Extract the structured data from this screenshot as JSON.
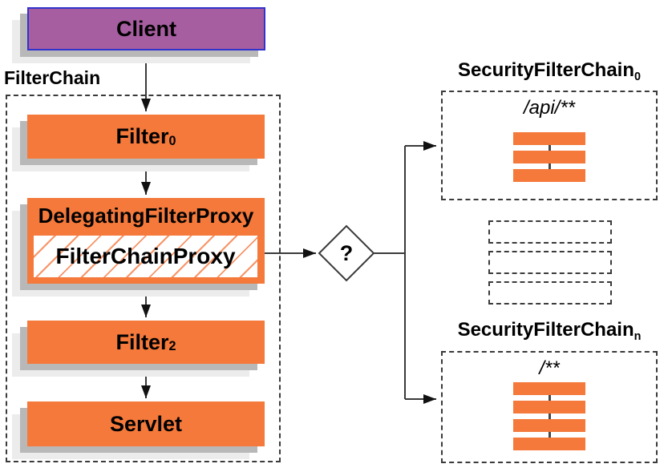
{
  "colors": {
    "orange": "#f4793b",
    "purple": "#a65ea0",
    "purple_border": "#3232ce",
    "shadow_dark": "#b8b8b8",
    "shadow_light": "#ececec",
    "line": "#3a3a3a"
  },
  "client": {
    "label": "Client"
  },
  "filter_chain": {
    "label": "FilterChain",
    "nodes": [
      {
        "label": "Filter",
        "sub": "0"
      },
      {
        "label": "DelegatingFilterProxy",
        "inner": "FilterChainProxy"
      },
      {
        "label": "Filter",
        "sub": "2"
      },
      {
        "label": "Servlet"
      }
    ]
  },
  "decision": {
    "label": "?"
  },
  "security_chains": [
    {
      "title": "SecurityFilterChain",
      "sub": "0",
      "pattern": "/api/**",
      "bars": 3
    },
    {
      "title": "SecurityFilterChain",
      "sub": "n",
      "pattern": "/**",
      "bars": 4
    }
  ],
  "placeholder_boxes": 3
}
